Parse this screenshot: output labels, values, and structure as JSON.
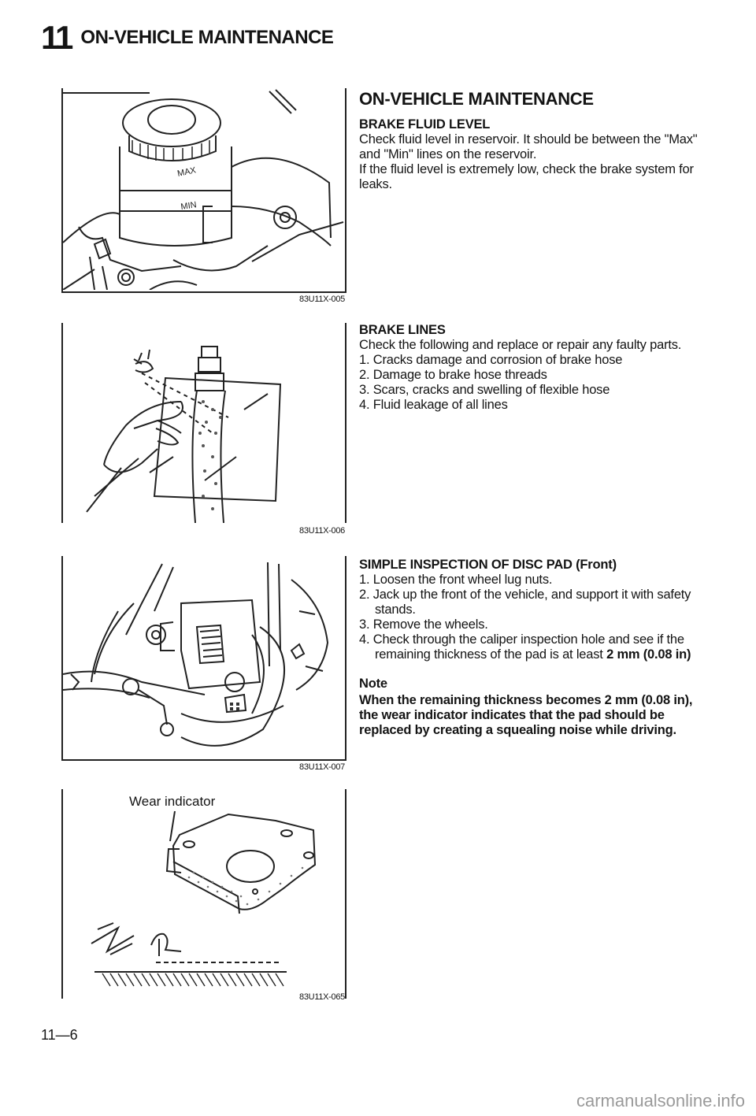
{
  "header": {
    "chapter_num": "11",
    "chapter_title": "ON-VEHICLE MAINTENANCE"
  },
  "section_title": "ON-VEHICLE MAINTENANCE",
  "figures": [
    {
      "caption": "83U11X-005"
    },
    {
      "caption": "83U11X-006"
    },
    {
      "caption": "83U11X-007"
    },
    {
      "caption": "83U11X-065",
      "label": "Wear indicator"
    }
  ],
  "fluid": {
    "heading": "BRAKE FLUID LEVEL",
    "p1": "Check fluid level in reservoir. It should be between the \"Max\" and \"Min\" lines on the reservoir.",
    "p2": "If the fluid level is extremely low, check the brake system for leaks."
  },
  "lines": {
    "heading": "BRAKE LINES",
    "intro": "Check the following and replace or repair any faulty parts.",
    "items": [
      "1. Cracks damage and corrosion of brake hose",
      "2. Damage to brake hose threads",
      "3. Scars, cracks and swelling of flexible hose",
      "4. Fluid leakage of all lines"
    ]
  },
  "pad": {
    "heading": "SIMPLE INSPECTION OF DISC PAD (Front)",
    "items": [
      "1. Loosen the front wheel lug nuts.",
      "2. Jack up the front of the vehicle, and support it with safety stands.",
      "3. Remove the wheels."
    ],
    "item4": "4. Check through the caliper inspection hole and see if the remaining thickness of the pad is at least ",
    "item4_bold": "2 mm (0.08 in)",
    "note_heading": "Note",
    "note": "When the remaining thickness becomes 2 mm (0.08 in), the wear indicator indicates that the pad should be replaced by creating a squealing noise while driving."
  },
  "page_number": "11—6",
  "watermark": "carmanualsonline.info"
}
